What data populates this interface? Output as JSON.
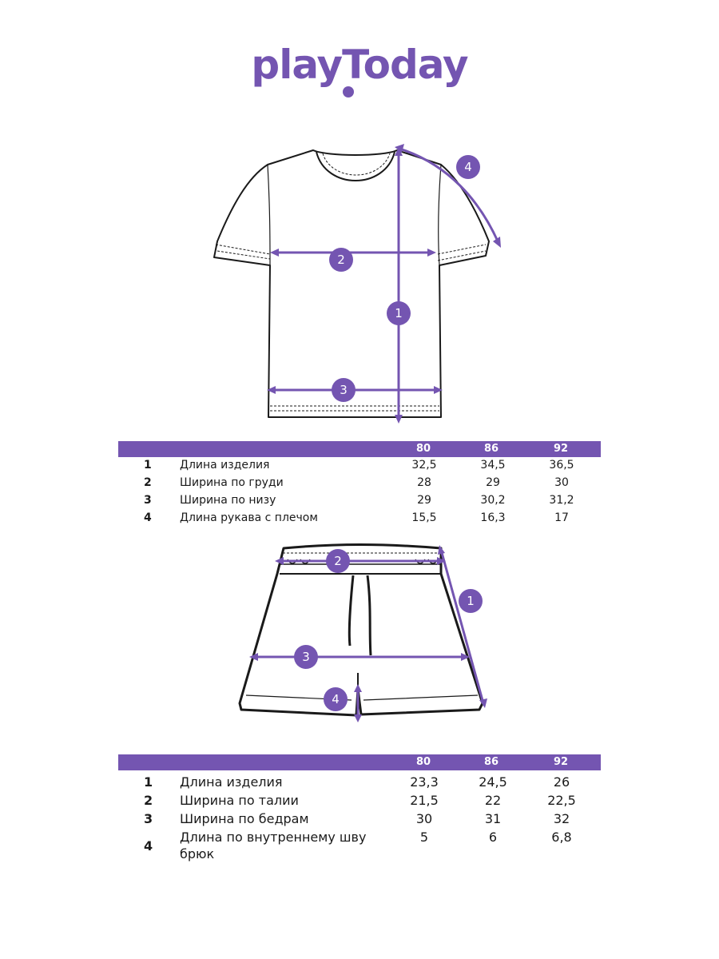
{
  "brand": {
    "name": "playToday",
    "color": "#7455b1"
  },
  "colors": {
    "accent": "#7455b1",
    "outline": "#1a1a1a"
  },
  "tshirt": {
    "markers": [
      "1",
      "2",
      "3",
      "4"
    ],
    "table": {
      "sizes": [
        "80",
        "86",
        "92"
      ],
      "rows": [
        {
          "num": "1",
          "label": "Длина изделия",
          "values": [
            "32,5",
            "34,5",
            "36,5"
          ]
        },
        {
          "num": "2",
          "label": "Ширина по груди",
          "values": [
            "28",
            "29",
            "30"
          ]
        },
        {
          "num": "3",
          "label": "Ширина по низу",
          "values": [
            "29",
            "30,2",
            "31,2"
          ]
        },
        {
          "num": "4",
          "label": "Длина рукава с плечом",
          "values": [
            "15,5",
            "16,3",
            "17"
          ]
        }
      ]
    }
  },
  "shorts": {
    "markers": [
      "1",
      "2",
      "3",
      "4"
    ],
    "table": {
      "sizes": [
        "80",
        "86",
        "92"
      ],
      "rows": [
        {
          "num": "1",
          "label": "Длина изделия",
          "values": [
            "23,3",
            "24,5",
            "26"
          ]
        },
        {
          "num": "2",
          "label": "Ширина по талии",
          "values": [
            "21,5",
            "22",
            "22,5"
          ]
        },
        {
          "num": "3",
          "label": "Ширина по бедрам",
          "values": [
            "30",
            "31",
            "32"
          ]
        },
        {
          "num": "4",
          "label": "Длина по внутреннему шву брюк",
          "values": [
            "5",
            "6",
            "6,8"
          ]
        }
      ]
    }
  }
}
